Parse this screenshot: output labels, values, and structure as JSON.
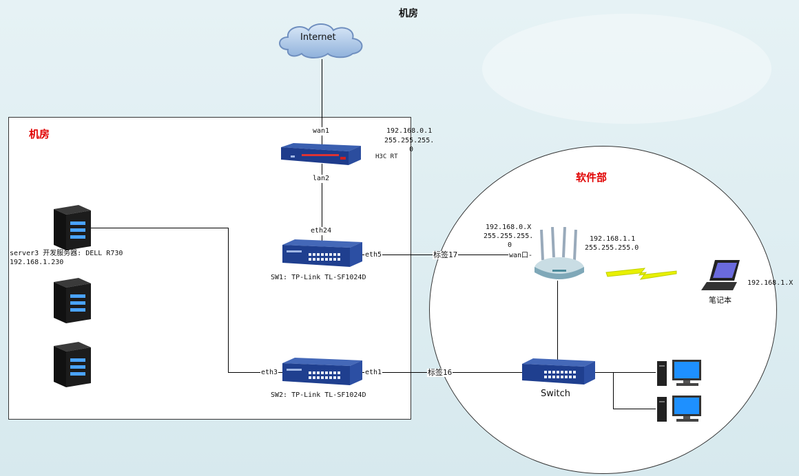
{
  "top_title": "机房",
  "room": {
    "title": "机房"
  },
  "software_dept": {
    "title": "软件部"
  },
  "internet": {
    "label": "Internet"
  },
  "router": {
    "name": "H3C RT",
    "wan_port": "wan1",
    "lan_port": "lan2",
    "ip_line1": "192.168.0.1",
    "ip_line2": "255.255.255.",
    "ip_line3": "0"
  },
  "sw1": {
    "name": "SW1: TP-Link TL-SF1024D",
    "port_up": "eth24",
    "port_right": "eth5"
  },
  "sw2": {
    "name": "SW2: TP-Link TL-SF1024D",
    "port_left": "eth3",
    "port_right": "eth1"
  },
  "server3": {
    "line1": "server3 开发服务器: DELL R730",
    "line2": "192.168.1.230"
  },
  "cable17": "标签17",
  "cable16": "标签16",
  "wifi_router": {
    "wan_label": "wan口-",
    "wan_ip1": "192.168.0.X",
    "wan_ip2": "255.255.255.",
    "wan_ip3": "0",
    "lan_ip1": "192.168.1.1",
    "lan_ip2": "255.255.255.0"
  },
  "laptop": {
    "label": "笔记本",
    "ip": "192.168.1.X"
  },
  "switch": {
    "label": "Switch"
  },
  "colors": {
    "title_red": "#e00000",
    "device_blue": "#1f3f8f",
    "router_teal": "#8fb6c4"
  },
  "icons": [
    "cloud-icon",
    "router-icon",
    "switch-icon",
    "server-icon",
    "wireless-router-icon",
    "laptop-icon",
    "desktop-icon",
    "wireless-bolt-icon"
  ]
}
